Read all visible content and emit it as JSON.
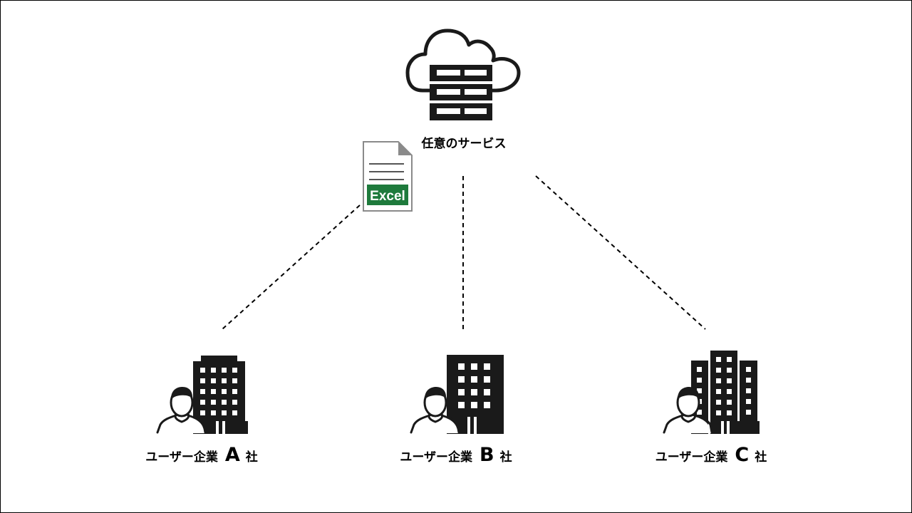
{
  "service": {
    "label": "任意のサービス",
    "icon": "cloud-server-icon"
  },
  "attachment": {
    "icon": "excel-file-icon",
    "text": "Excel",
    "color": "#1e7a3c"
  },
  "companies": [
    {
      "prefix": "ユーザー企業",
      "letter": "A",
      "suffix": "社",
      "icon": "user-office-building-icon"
    },
    {
      "prefix": "ユーザー企業",
      "letter": "B",
      "suffix": "社",
      "icon": "user-office-building-icon"
    },
    {
      "prefix": "ユーザー企業",
      "letter": "C",
      "suffix": "社",
      "icon": "user-office-buildings-icon"
    }
  ],
  "connections": [
    {
      "from": "service",
      "to": "company-a",
      "style": "dashed"
    },
    {
      "from": "service",
      "to": "company-b",
      "style": "dashed"
    },
    {
      "from": "service",
      "to": "company-c",
      "style": "dashed"
    }
  ],
  "colors": {
    "icon": "#1a1a1a",
    "line": "#000000",
    "excel": "#1e7a3c"
  }
}
